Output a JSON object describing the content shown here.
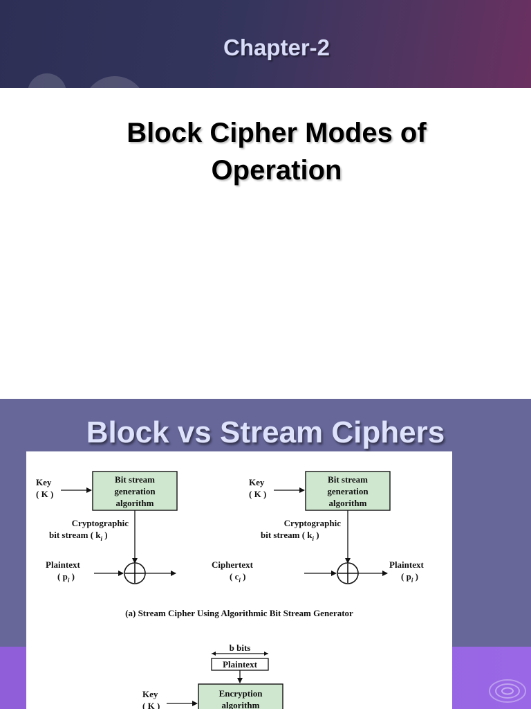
{
  "slide1": {
    "chapter": "Chapter-2",
    "title_line1": "Block Cipher Modes of",
    "title_line2": "Operation"
  },
  "slide2": {
    "title": "Block vs Stream Ciphers",
    "figure": {
      "left_panel": {
        "key_label": "Key",
        "key_symbol": "( K )",
        "box_line1": "Bit stream",
        "box_line2": "generation",
        "box_line3": "algorithm",
        "stream_line1": "Cryptographic",
        "stream_line2": "bit stream ( k",
        "stream_sub": "i",
        "stream_close": " )",
        "input_label": "Plaintext",
        "input_symbol": "( p",
        "input_sub": "i",
        "input_close": " )"
      },
      "right_panel": {
        "key_label": "Key",
        "key_symbol": "( K )",
        "box_line1": "Bit stream",
        "box_line2": "generation",
        "box_line3": "algorithm",
        "stream_line1": "Cryptographic",
        "stream_line2": "bit stream ( k",
        "stream_sub": "i",
        "stream_close": " )",
        "input_label": "Ciphertext",
        "input_symbol": "( c",
        "input_sub": "i",
        "input_close": " )",
        "output_label": "Plaintext",
        "output_symbol": "( p",
        "output_sub": "i",
        "output_close": " )"
      },
      "caption_a": "(a) Stream Cipher Using Algorithmic Bit Stream Generator",
      "block": {
        "bits_label": "b bits",
        "plaintext_box": "Plaintext",
        "key_label": "Key",
        "key_symbol": "( K )",
        "enc_box_line1": "Encryption",
        "enc_box_line2": "algorithm"
      }
    }
  }
}
